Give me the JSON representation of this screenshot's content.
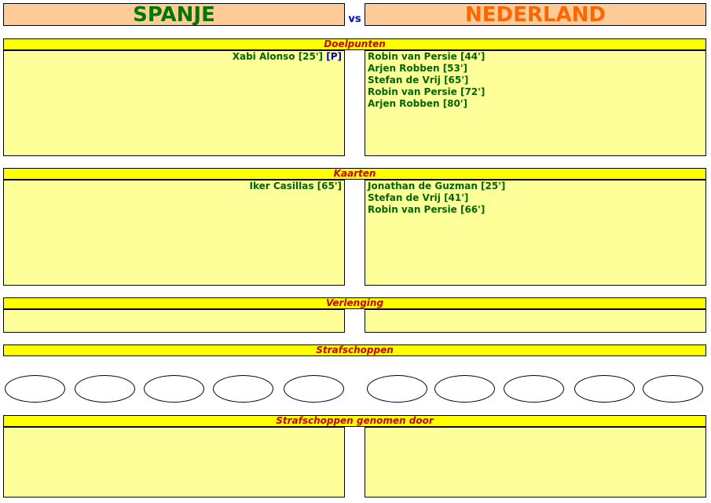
{
  "match": {
    "home_team": "SPANJE",
    "away_team": "NEDERLAND",
    "vs": "vs"
  },
  "colors": {
    "home_team_text": "#007700",
    "away_team_text": "#ff6600",
    "team_box_bg": "#ffcc99",
    "section_header_bg": "#ffff00",
    "section_header_text": "#cc0000",
    "panel_bg": "#ffff99",
    "panel_text": "#006600",
    "penalty_tag": "#0000cc",
    "vs_text": "#0000cc"
  },
  "sections": {
    "goals": {
      "title": "Doelpunten",
      "home": [
        {
          "text": "Xabi Alonso [25']",
          "tag": "[P]"
        }
      ],
      "away": [
        {
          "text": "Robin van Persie [44']"
        },
        {
          "text": "Arjen Robben [53']"
        },
        {
          "text": "Stefan de Vrij [65']"
        },
        {
          "text": "Robin van Persie [72']"
        },
        {
          "text": "Arjen Robben [80']"
        }
      ]
    },
    "cards": {
      "title": "Kaarten",
      "home": [
        {
          "text": "Iker Casillas [65']"
        }
      ],
      "away": [
        {
          "text": "Jonathan de Guzman [25']"
        },
        {
          "text": "Stefan de Vrij [41']"
        },
        {
          "text": "Robin van Persie [66']"
        }
      ]
    },
    "extra_time": {
      "title": "Verlenging",
      "home": [],
      "away": []
    },
    "penalties": {
      "title": "Strafschoppen",
      "home_count": 5,
      "away_count": 5
    },
    "penalty_takers": {
      "title": "Strafschoppen genomen door",
      "home": [],
      "away": []
    }
  }
}
